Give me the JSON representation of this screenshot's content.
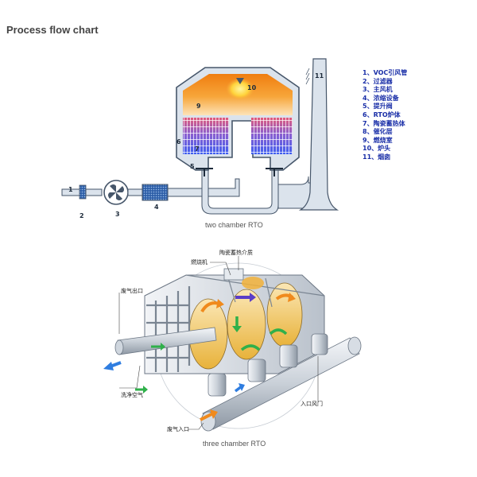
{
  "title": "Process flow chart",
  "two_chamber": {
    "caption": "two chamber RTO",
    "legend": [
      "1、VOC引风管",
      "2、过滤器",
      "3、主风机",
      "4、浓缩设备",
      "5、提升阀",
      "6、RTO炉体",
      "7、陶瓷蓄热体",
      "8、催化层",
      "9、燃烧室",
      "10、炉头",
      "11、烟囱"
    ],
    "numbers": {
      "n1": "1",
      "n2": "2",
      "n3": "3",
      "n4": "4",
      "n5": "5",
      "n6": "6",
      "n7": "7",
      "n9": "9",
      "n10": "10",
      "n11": "11"
    }
  },
  "three_chamber": {
    "caption": "three chamber RTO",
    "labels": {
      "ceramic": "陶瓷蓄热介质",
      "burner": "燃烧机",
      "exhaust_out": "废气出口",
      "purge_air": "洗净空气",
      "inlet_fan": "入口风门",
      "exhaust_in": "废气入口"
    }
  },
  "colors": {
    "steel": "#dbe3ec",
    "outline": "#46566a",
    "chamber_hot": "#f39a1c",
    "ceramic_blue": "#5a62e0",
    "ceramic_red": "#e05575",
    "legend_text": "#1a2fa8"
  }
}
